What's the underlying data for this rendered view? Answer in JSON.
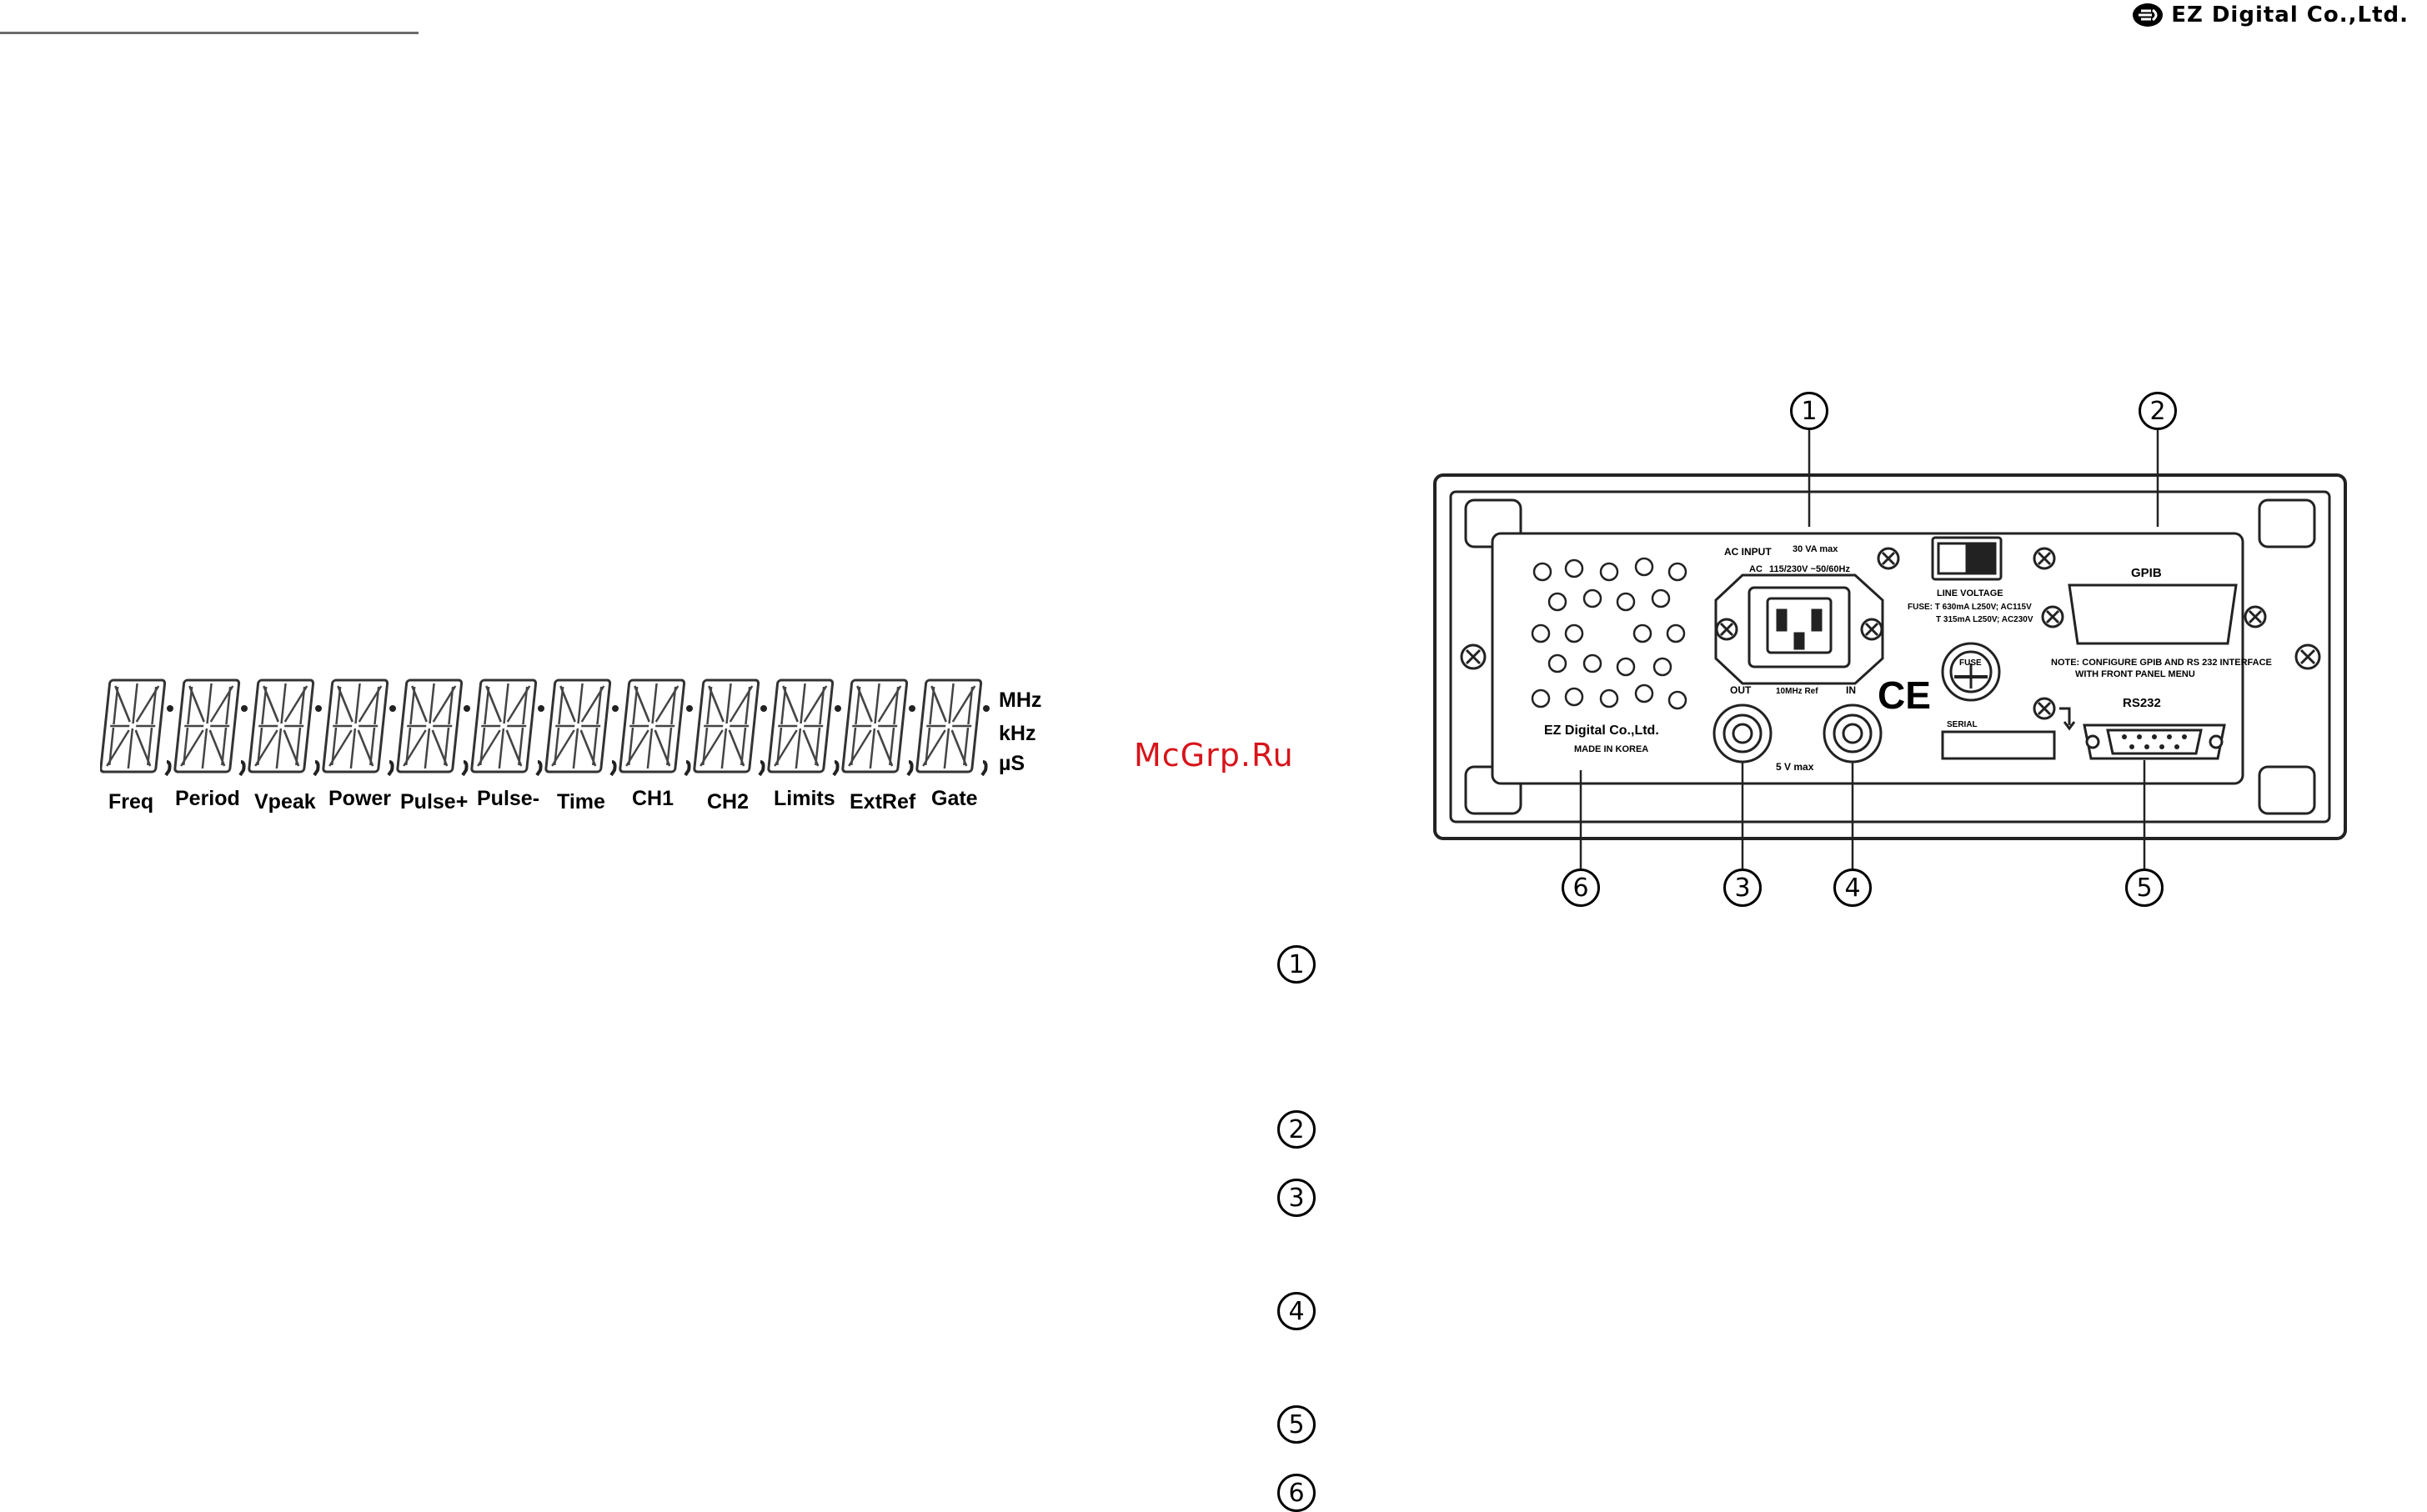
{
  "header": {
    "brand_name": "EZ Digital Co.,Ltd."
  },
  "watermark": "McGrp.Ru",
  "display": {
    "labels": [
      "Freq",
      "Period",
      "Vpeak",
      "Power",
      "Pulse+",
      "Pulse-",
      "Time",
      "CH1",
      "CH2",
      "Limits",
      "ExtRef",
      "Gate"
    ],
    "units": [
      "MHz",
      "kHz",
      "µS"
    ]
  },
  "rear_panel": {
    "callouts": [
      "1",
      "2",
      "3",
      "4",
      "5",
      "6"
    ],
    "ac_input": "AC INPUT",
    "ac_power": "30 VA max",
    "ac_spec_ac": "AC",
    "ac_spec_voltage": "115/230V  ~50/60Hz",
    "line_voltage": "LINE VOLTAGE",
    "fuse_line1": "FUSE: T 630mA L250V; AC115V",
    "fuse_line2": "T 315mA L250V; AC230V",
    "fuse_knob": "FUSE",
    "gpib": "GPIB",
    "note_line1": "NOTE: CONFIGURE GPIB AND RS 232 INTERFACE",
    "note_line2": "WITH FRONT PANEL MENU",
    "rs232": "RS232",
    "out": "OUT",
    "in": "IN",
    "ref": "10MHz Ref",
    "max_voltage": "5 V max",
    "serial": "SERIAL",
    "company": "EZ Digital Co.,Ltd.",
    "made_in": "MADE IN KOREA",
    "ce": "CE"
  },
  "legend": {
    "markers": [
      "1",
      "2",
      "3",
      "4",
      "5",
      "6"
    ]
  }
}
